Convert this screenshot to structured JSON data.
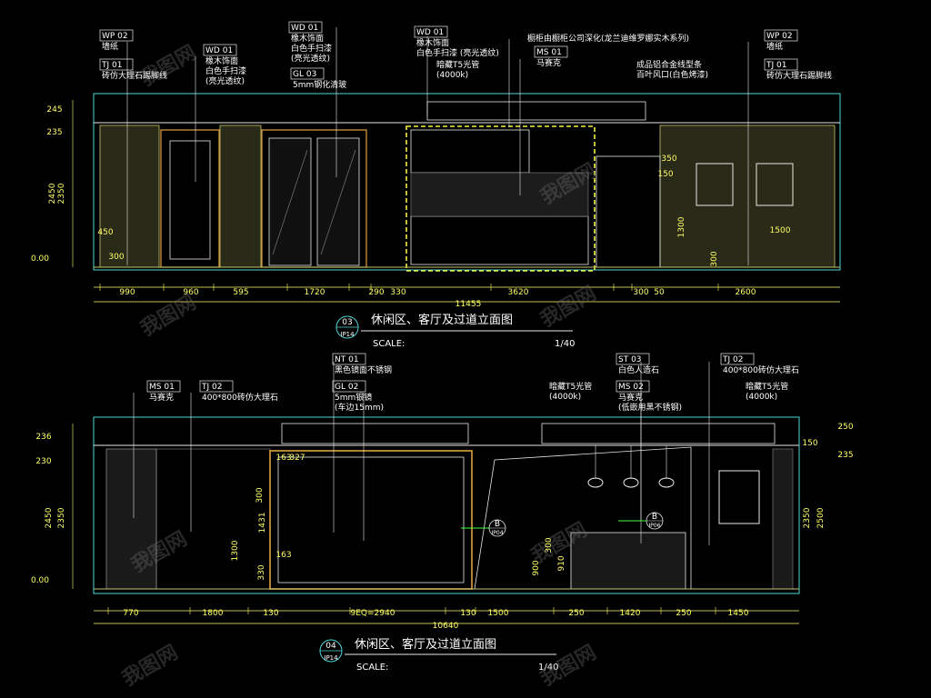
{
  "elevation_top": {
    "title": "休闲区、客厅及过道立面图",
    "badge_number": "03",
    "badge_sheet": "IP14",
    "scale_label": "SCALE:",
    "scale_value": "1/40",
    "callouts": [
      {
        "code": "WP 02",
        "text": "墙纸"
      },
      {
        "code": "TJ 01",
        "text": "砖仿大理石踢脚线"
      },
      {
        "code": "WD 01",
        "text": "橡木饰面\n白色手扫漆\n(亮光透纹)"
      },
      {
        "code": "WD 01",
        "text": "橡木饰面\n白色手扫漆\n(亮光透纹)"
      },
      {
        "code": "GL 03",
        "text": "5mm钢化清玻"
      },
      {
        "code": "WD 01",
        "text": "橡木饰面\n白色手扫漆 (亮光透纹)"
      },
      {
        "code": "",
        "text": "暗藏T5光管\n(4000k)"
      },
      {
        "code": "MS 01",
        "text": "马赛克"
      },
      {
        "code": "",
        "text": "橱柜由橱柜公司深化(龙兰迪维罗娜实木系列)"
      },
      {
        "code": "",
        "text": "成品铝合金线型条\n百叶风口(白色烤漆)"
      },
      {
        "code": "WP 02",
        "text": "墙纸"
      },
      {
        "code": "TJ 01",
        "text": "砖仿大理石踢脚线"
      }
    ],
    "bottom_dims": [
      "990",
      "960",
      "595",
      "1720",
      "290",
      "330",
      "3620",
      "300",
      "50",
      "2600"
    ],
    "total": "11455",
    "left_dims": [
      "245",
      "235",
      "2350",
      "2450",
      "450",
      "300",
      "0.00"
    ],
    "right_dims": [
      "350",
      "150",
      "1300",
      "1500",
      "300"
    ]
  },
  "elevation_bottom": {
    "title": "休闲区、客厅及过道立面图",
    "badge_number": "04",
    "badge_sheet": "IP14",
    "scale_label": "SCALE:",
    "scale_value": "1/40",
    "callouts": [
      {
        "code": "MS 01",
        "text": "马赛克"
      },
      {
        "code": "TJ 02",
        "text": "400*800砖仿大理石"
      },
      {
        "code": "NT 01",
        "text": "黑色镜面不锈钢"
      },
      {
        "code": "GL 02",
        "text": "5mm银镜\n(车边15mm)"
      },
      {
        "code": "",
        "text": "暗藏T5光管\n(4000k)"
      },
      {
        "code": "ST 03",
        "text": "白色人造石"
      },
      {
        "code": "MS 02",
        "text": "马赛克\n(低嵌用黑不锈钢)"
      },
      {
        "code": "TJ 02",
        "text": "400*800砖仿大理石"
      },
      {
        "code": "",
        "text": "暗藏T5光管\n(4000k)"
      }
    ],
    "bottom_dims": [
      "770",
      "1800",
      "130",
      "9EQ=2940",
      "130",
      "1500",
      "250",
      "1420",
      "250",
      "1450"
    ],
    "total": "10640",
    "left_dims": [
      "236",
      "230",
      "2350",
      "2450",
      "0.00"
    ],
    "right_dims": [
      "250",
      "150",
      "235",
      "2350",
      "2500"
    ],
    "panel_dims": [
      "163",
      "327",
      "300",
      "1431",
      "1300",
      "163",
      "330",
      "300",
      "900",
      "910"
    ],
    "section_marks": [
      {
        "number": "B",
        "sheet": "IP04"
      },
      {
        "number": "B",
        "sheet": "IP06"
      }
    ]
  },
  "watermark": "我图网",
  "colors": {
    "background": "#000000",
    "line_white": "#e8e8e8",
    "dim_yellow": "#ffff66",
    "wall_yellow": "#c9c66a",
    "accent_cyan": "#4fd6d6",
    "accent_orange": "#e0a040",
    "highlight_yellow": "#f4f040"
  }
}
